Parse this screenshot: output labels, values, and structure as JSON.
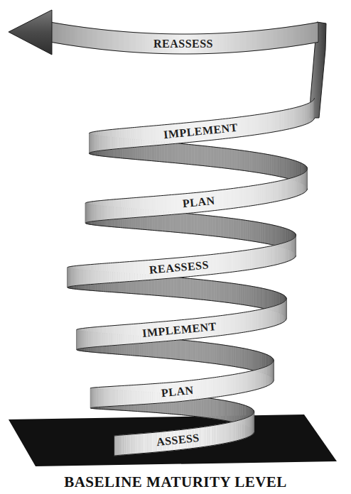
{
  "diagram": {
    "nodes": [
      {
        "text": [
          "REASSESS"
        ]
      },
      {
        "text": [
          "IMPLEMENT"
        ]
      },
      {
        "text": [
          "PLAN"
        ]
      },
      {
        "text": [
          "REASSESS"
        ]
      },
      {
        "text": [
          "IMPLEMENT"
        ]
      },
      {
        "text": [
          "PLAN"
        ]
      },
      {
        "text": [
          "ASSESS"
        ]
      }
    ],
    "labels": [
      "BASELINE MATURITY LEVEL"
    ]
  }
}
